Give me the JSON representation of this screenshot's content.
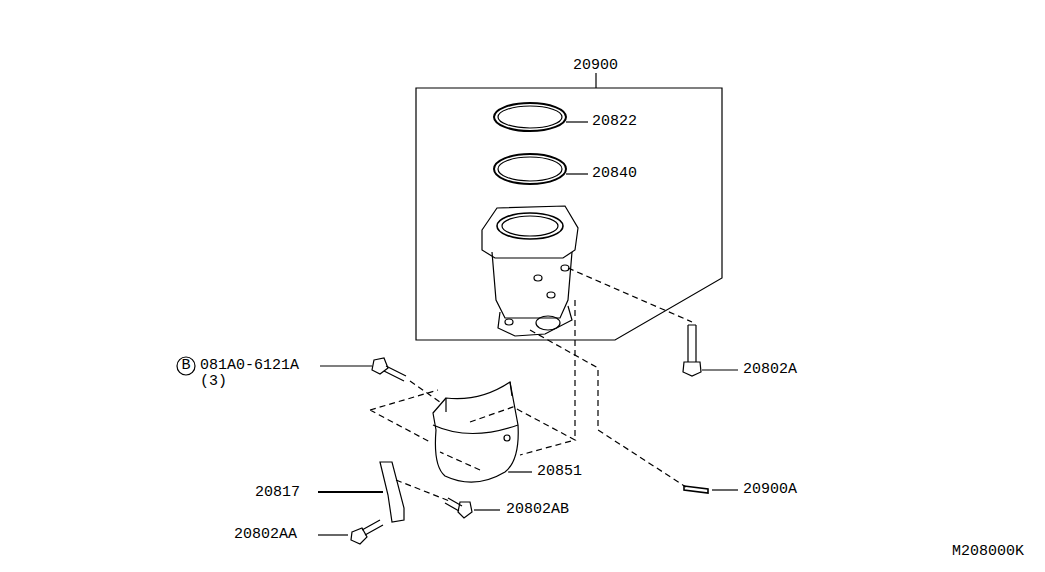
{
  "diagram": {
    "labels": [
      "20900",
      "20822",
      "20840",
      "B",
      "081A0-6121A",
      "(3)",
      "20802A",
      "20851",
      "20900A",
      "20817",
      "20802AB",
      "20802AA",
      "M208000K"
    ]
  }
}
